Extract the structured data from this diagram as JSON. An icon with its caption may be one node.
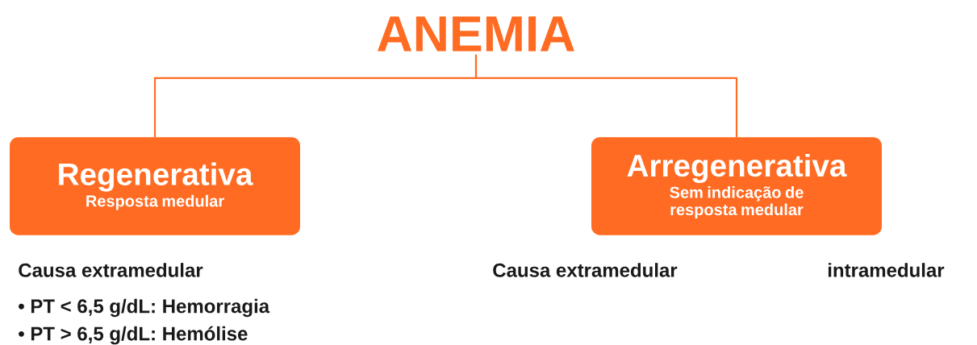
{
  "diagram": {
    "nodes": [
      {
        "text": [
          "ANEMIA"
        ]
      },
      {
        "text": [
          "Regenerativa",
          "Resposta medular"
        ]
      },
      {
        "text": [
          "Arregenerativa",
          "Sem indicação de resposta medular"
        ]
      }
    ],
    "edges": [
      {
        "from": 0,
        "to": 1,
        "arrow": "none"
      },
      {
        "from": 0,
        "to": 2,
        "arrow": "none"
      }
    ],
    "labels": [
      "Causa extramedular",
      "• PT < 6,5 g/dL: Hemorragia",
      "• PT > 6,5 g/dL: Hemólise",
      "Causa extramedular",
      "intramedular"
    ]
  }
}
